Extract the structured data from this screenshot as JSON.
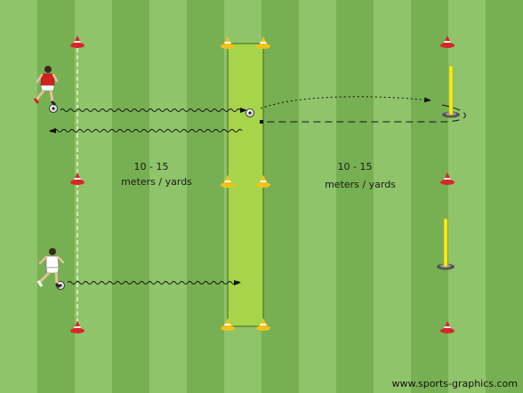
{
  "labels": {
    "distance_left_line1": "10 - 15",
    "distance_left_line2": "meters / yards",
    "distance_right_line1": "10 - 15",
    "distance_right_line2": "meters / yards",
    "credit": "www.sports-graphics.com"
  },
  "colors": {
    "pitch_light": "#8fc46a",
    "pitch_dark": "#77b052",
    "zone_fill": "#a6d44a",
    "cone_red": "#d8262b",
    "cone_yellow": "#f2c21a",
    "pole_yellow": "#f6ea1a",
    "shirt_red": "#d42020",
    "shirt_white": "#ffffff"
  }
}
